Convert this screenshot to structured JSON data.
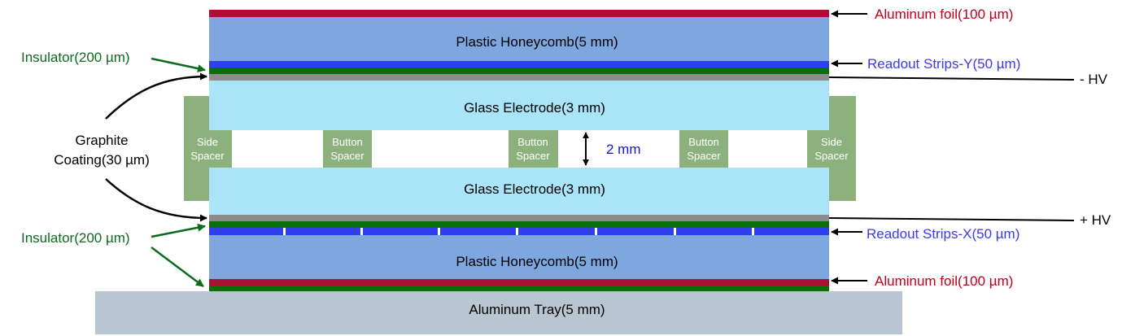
{
  "layers": {
    "top_foil": "Aluminum foil(100 µm)",
    "top_honeycomb": "Plastic Honeycomb(5 mm)",
    "readout_y": "Readout Strips-Y(50 µm)",
    "neg_hv": "- HV",
    "top_glass": "Glass Electrode(3 mm)",
    "bottom_glass": "Glass Electrode(3 mm)",
    "pos_hv": "+ HV",
    "readout_x": "Readout Strips-X(50 µm)",
    "bottom_honeycomb": "Plastic Honeycomb(5 mm)",
    "bottom_foil": "Aluminum foil(100 µm)",
    "tray": "Aluminum Tray(5 mm)"
  },
  "left_labels": {
    "insulator_top": "Insulator(200 µm)",
    "graphite_line1": "Graphite",
    "graphite_line2": "Coating(30 µm)",
    "insulator_bottom": "Insulator(200 µm)"
  },
  "spacers": {
    "side_line1": "Side",
    "side_line2": "Spacer",
    "button_line1": "Button",
    "button_line2": "Spacer"
  },
  "gap": "2 mm",
  "colors": {
    "foil": "#b00d35",
    "honeycomb": "#7ea7e0",
    "strip": "#2e40ee",
    "insulator": "#0a6e0a",
    "graphite": "#8c8c8c",
    "glass": "#a9e4f9",
    "spacer": "#8db17c",
    "tray": "#b9c6d1",
    "red_text": "#c0001a",
    "blue_text": "#3a3ae6",
    "green_text": "#0b6b1e",
    "gap_text": "#1515cc"
  }
}
